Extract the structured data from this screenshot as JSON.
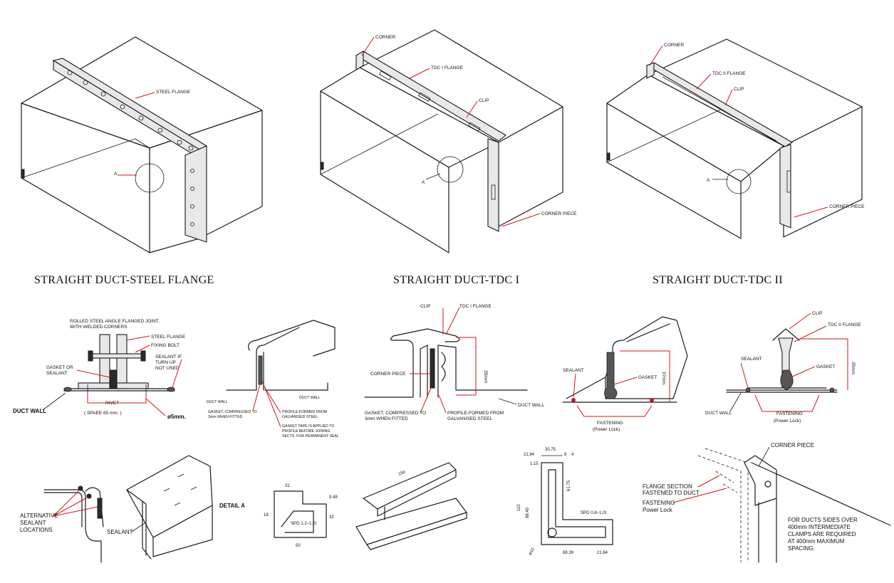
{
  "titles": {
    "steel_flange": "STRAIGHT DUCT-STEEL FLANGE",
    "tdc1": "STRAIGHT DUCT-TDC I",
    "tdc2": "STRAIGHT DUCT-TDC II"
  },
  "iso_steel": {
    "steel_flange": "STEEL FLANGE",
    "a": "A"
  },
  "iso_tdc1": {
    "corner": "CORNER",
    "tdc_flange": "TDC I FLANGE",
    "clip": "CLIP",
    "corner_piece": "CORNER PIECE",
    "a": "A"
  },
  "iso_tdc2": {
    "corner": "CORNER",
    "tdc_flange": "TDC II FLANGE",
    "clip": "CLIP",
    "corner_piece": "CORNER PIECE",
    "a": "A"
  },
  "section_steel": {
    "note_line1": "ROLLED STEEL ANGLE FLANGED JOINT,",
    "note_line2": "WITH WELDED CORNERS",
    "steel_flange": "STEEL FLANGE",
    "fixing_bolt": "FIXING BOLT",
    "sealant_line1": "SEALANT IF",
    "sealant_line2": "TURN UP",
    "sealant_line3": "NOT USED",
    "gasket_line1": "GASKET OR",
    "gasket_line2": "SEALANT",
    "rivet": "RIVET",
    "spacing": "( SPAEE 65 mm. )",
    "duct_wall": "DUCT WALL",
    "dia": "ø5mm."
  },
  "section_profile": {
    "duct_wall_left": "DUCT WALL",
    "duct_wall_right": "DUCT WALL",
    "gasket_line1": "GASKET, COMPRESSED TO",
    "gasket_line2": "3mm WHEN FITTED",
    "profile_line1": "PROFILE-FORMED FROM",
    "profile_line2": "GALVANISED STEEL",
    "tape_line1": "GASKET TAPE IS APPLIED TO",
    "tape_line2": "PROFILE BEFORE JOINING",
    "tape_line3": "SECTS. FOR PERMANENT SEAL"
  },
  "section_tdc1": {
    "clip": "CLIP",
    "tdc_flange": "TDC I FLANGE",
    "corner_piece": "CORNER PIECE",
    "height": "35mm",
    "duct_wall": "DUCT WALL",
    "gasket_line1": "GASKET, COMPRESSED TO",
    "gasket_line2": "3mm WHEN FITTED",
    "profile_line1": "PROFILE-FORMED FROM",
    "profile_line2": "GALVANISED STEEL"
  },
  "section_tdc_iso": {
    "sealant": "SEALANT",
    "gasket": "GASKET",
    "height": "37mm",
    "fastening": "FASTENING",
    "power_lock": "(Power Lock)"
  },
  "section_tdc2": {
    "clip": "CLIP",
    "tdc_flange": "TDC II FLANGE",
    "sealant": "SEALANT",
    "gasket": "GASKET",
    "height": "35mm",
    "duct_wall": "DUCT WALL",
    "fastening": "FASTENING",
    "power_lock": "(Power Lock)"
  },
  "detail_sealant": {
    "alt_line1": "ALTERNATIVE",
    "alt_line2": "SEALANT",
    "alt_line3": "LOCATIONS"
  },
  "detail_a": {
    "sealant": "SEALANT",
    "detail": "DETAIL A"
  },
  "profile_dims": {
    "top": "31",
    "right_top": "9.48",
    "left": "18",
    "right": "32",
    "bottom": "50",
    "spg": "SPG 1.2~1.2t"
  },
  "strip": {
    "length": "150"
  },
  "corner_dims": {
    "d1": "21.84",
    "d2": "30.75",
    "d3": "8",
    "d4": "4",
    "d5": "1.15",
    "d6": "61.75",
    "d7": "110",
    "d8": "88.40",
    "d9": "ø10",
    "d10": "88.39",
    "d11": "21.84",
    "spg": "SPG 0.8~1.0t"
  },
  "corner_iso": {
    "corner_piece": "CORNER PIECE",
    "flange_line1": "FLANGE SECTION",
    "flange_line2": "FASTENED TO DUCT",
    "fastening": "FASTENING",
    "power_lock": "Power Lock",
    "note_line1": "FOR DUCTS SIDES OVER",
    "note_line2": "400mm INTERMEDIATE",
    "note_line3": "CLAMPS ARE REQUIRED",
    "note_line4": "AT 400mm MAXIMUM",
    "note_line5": "SPACING."
  }
}
